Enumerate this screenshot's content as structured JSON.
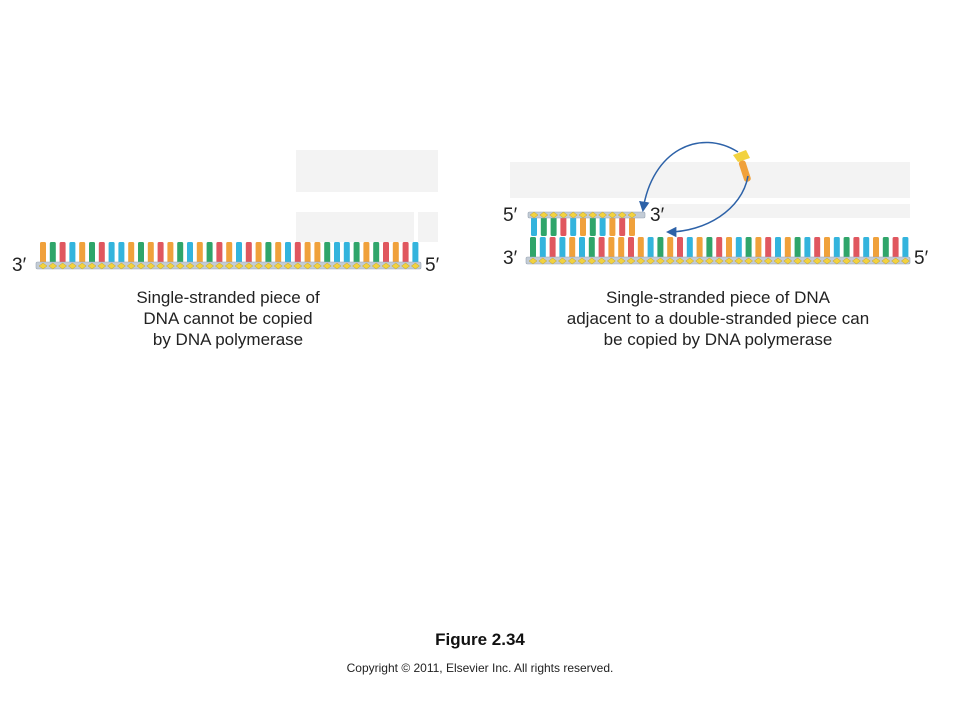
{
  "colors": {
    "orange": "#f0a13b",
    "blue": "#33b4dd",
    "green": "#2fa56a",
    "red": "#e0575f",
    "backbone": "#c3ccd6",
    "junction": "#f2d23f",
    "arrow": "#2d62a8",
    "panel": "#f3f3f3"
  },
  "left": {
    "label_3prime": "3′",
    "label_5prime": "5′",
    "caption": [
      "Single-stranded piece of",
      "DNA cannot be copied",
      "by DNA polymerase"
    ],
    "bases": [
      "orange",
      "green",
      "red",
      "blue",
      "orange",
      "green",
      "red",
      "blue",
      "blue",
      "orange",
      "green",
      "orange",
      "red",
      "orange",
      "green",
      "blue",
      "orange",
      "green",
      "red",
      "orange",
      "blue",
      "red",
      "orange",
      "green",
      "orange",
      "blue",
      "red",
      "orange",
      "orange",
      "green",
      "blue",
      "blue",
      "green",
      "orange",
      "green",
      "red",
      "orange",
      "red",
      "blue"
    ]
  },
  "right": {
    "label_5prime_top": "5′",
    "label_3prime_top": "3′",
    "label_3prime_bottom": "3′",
    "label_5prime_bottom": "5′",
    "caption": [
      "Single-stranded piece of DNA",
      "adjacent to a double-stranded piece can",
      "be copied by DNA polymerase"
    ],
    "bottom_bases": [
      "green",
      "blue",
      "red",
      "blue",
      "orange",
      "blue",
      "green",
      "red",
      "orange",
      "orange",
      "red",
      "orange",
      "blue",
      "green",
      "orange",
      "red",
      "blue",
      "orange",
      "green",
      "red",
      "orange",
      "blue",
      "green",
      "orange",
      "red",
      "blue",
      "orange",
      "green",
      "blue",
      "red",
      "orange",
      "blue",
      "green",
      "red",
      "blue",
      "orange",
      "green",
      "red",
      "blue"
    ],
    "top_bases": [
      "blue",
      "green",
      "green",
      "red",
      "blue",
      "orange",
      "green",
      "blue",
      "orange",
      "red",
      "orange"
    ]
  },
  "footer": {
    "figure_title": "Figure 2.34",
    "copyright": "Copyright © 2011, Elsevier Inc. All rights reserved."
  }
}
